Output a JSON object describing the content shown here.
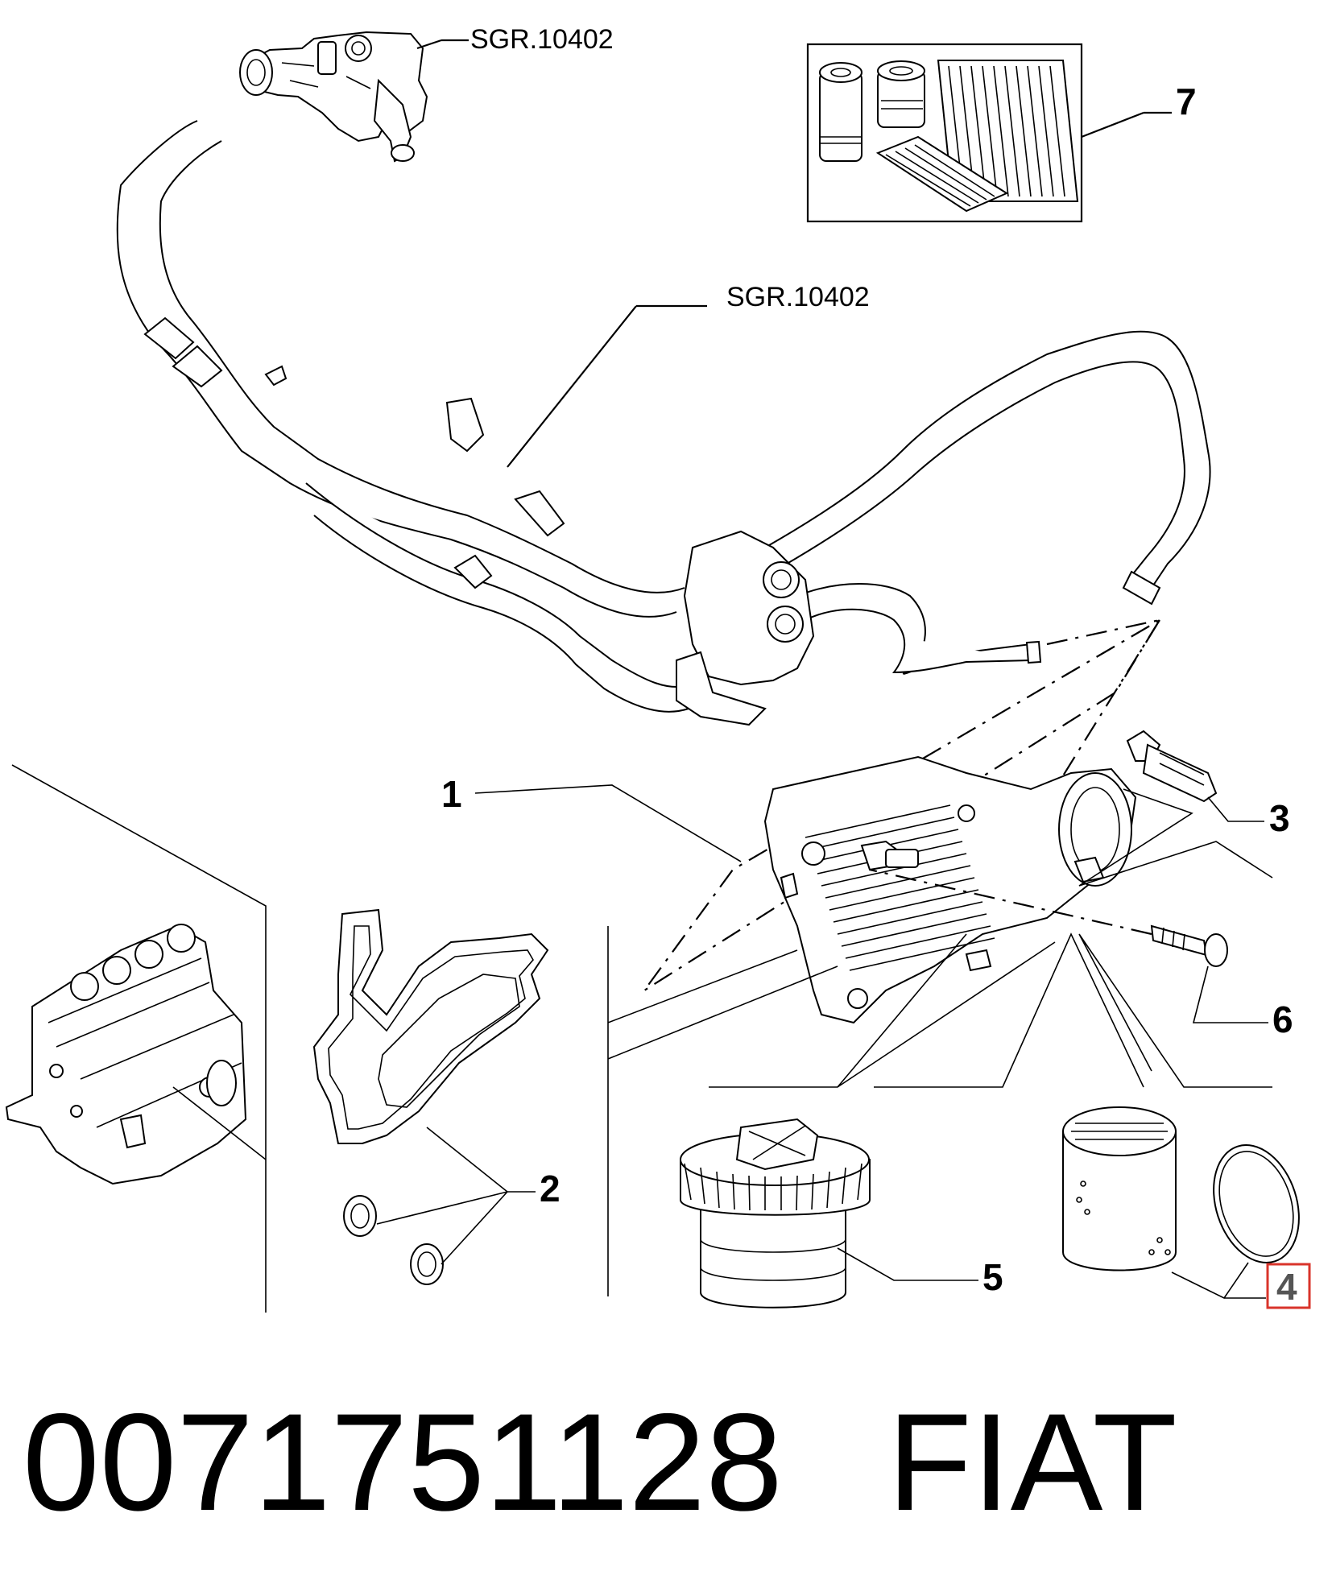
{
  "diagram": {
    "refs": {
      "top": "SGR.10402",
      "middle": "SGR.10402"
    },
    "callouts": [
      "1",
      "2",
      "3",
      "4",
      "5",
      "6",
      "7"
    ],
    "highlighted_callout": "4",
    "highlight_color": "#d9342b"
  },
  "footer": {
    "part_number": "0071751128",
    "brand": "FIAT"
  }
}
